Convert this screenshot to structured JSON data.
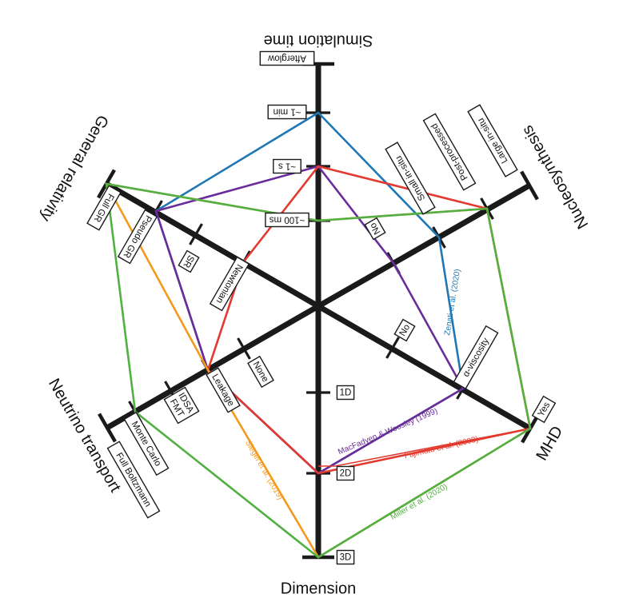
{
  "chart_data": {
    "type": "radar",
    "axes": [
      {
        "key": "time",
        "title": "Simulation time",
        "ticks": [
          "~100 ms",
          "~1 s",
          "~1 min",
          "Afterglow"
        ]
      },
      {
        "key": "nucleo",
        "title": "Nucleosynthesis",
        "ticks": [
          "No",
          "Small in-situ",
          "Post-processed",
          "Large in-situ"
        ]
      },
      {
        "key": "mhd",
        "title": "MHD",
        "ticks": [
          "No",
          "α-viscosity",
          "Yes"
        ]
      },
      {
        "key": "dim",
        "title": "Dimension",
        "ticks": [
          "1D",
          "2D",
          "3D"
        ]
      },
      {
        "key": "nu",
        "title": "Neutrino transport",
        "ticks": [
          "None",
          "Leakage",
          "IDSA FMT",
          "Monte Carlo",
          "Full Boltzmann"
        ]
      },
      {
        "key": "gr",
        "title": "General relativity",
        "ticks": [
          "Newtonian",
          "SR",
          "Pseudo GR",
          "Full GR"
        ]
      }
    ],
    "series": [
      {
        "name": "Zenati et al. (2020)",
        "color": "#1f77b4",
        "values": {
          "time": "~1 min",
          "nucleo": "Small in-situ",
          "mhd": "α-viscosity",
          "dim": "2D",
          "nu": "Leakage",
          "gr": "Pseudo GR"
        }
      },
      {
        "name": "MacFadyen & Woosley (1999)",
        "color": "#6a2c9a",
        "values": {
          "time": "~1 s",
          "nucleo": "No",
          "mhd": "α-viscosity",
          "dim": "2D",
          "nu": "Leakage",
          "gr": "Pseudo GR"
        }
      },
      {
        "name": "Fujimoto et al. (2008)",
        "color": "#e23a2e",
        "values": {
          "time": "~1 s",
          "nucleo": "Post-processed",
          "mhd": "Yes",
          "dim": "2D",
          "nu": "Leakage",
          "gr": "Newtonian"
        }
      },
      {
        "name": "Siegel et al. (2019)",
        "color": "#f39a1e",
        "values": {
          "time": "~100 ms",
          "nucleo": "Post-processed",
          "mhd": "Yes",
          "dim": "3D",
          "nu": "Leakage",
          "gr": "Full GR"
        }
      },
      {
        "name": "Miller et al. (2020)",
        "color": "#52b043",
        "values": {
          "time": "~100 ms",
          "nucleo": "Post-processed",
          "mhd": "Yes",
          "dim": "3D",
          "nu": "Monte Carlo",
          "gr": "Full GR"
        }
      }
    ]
  }
}
